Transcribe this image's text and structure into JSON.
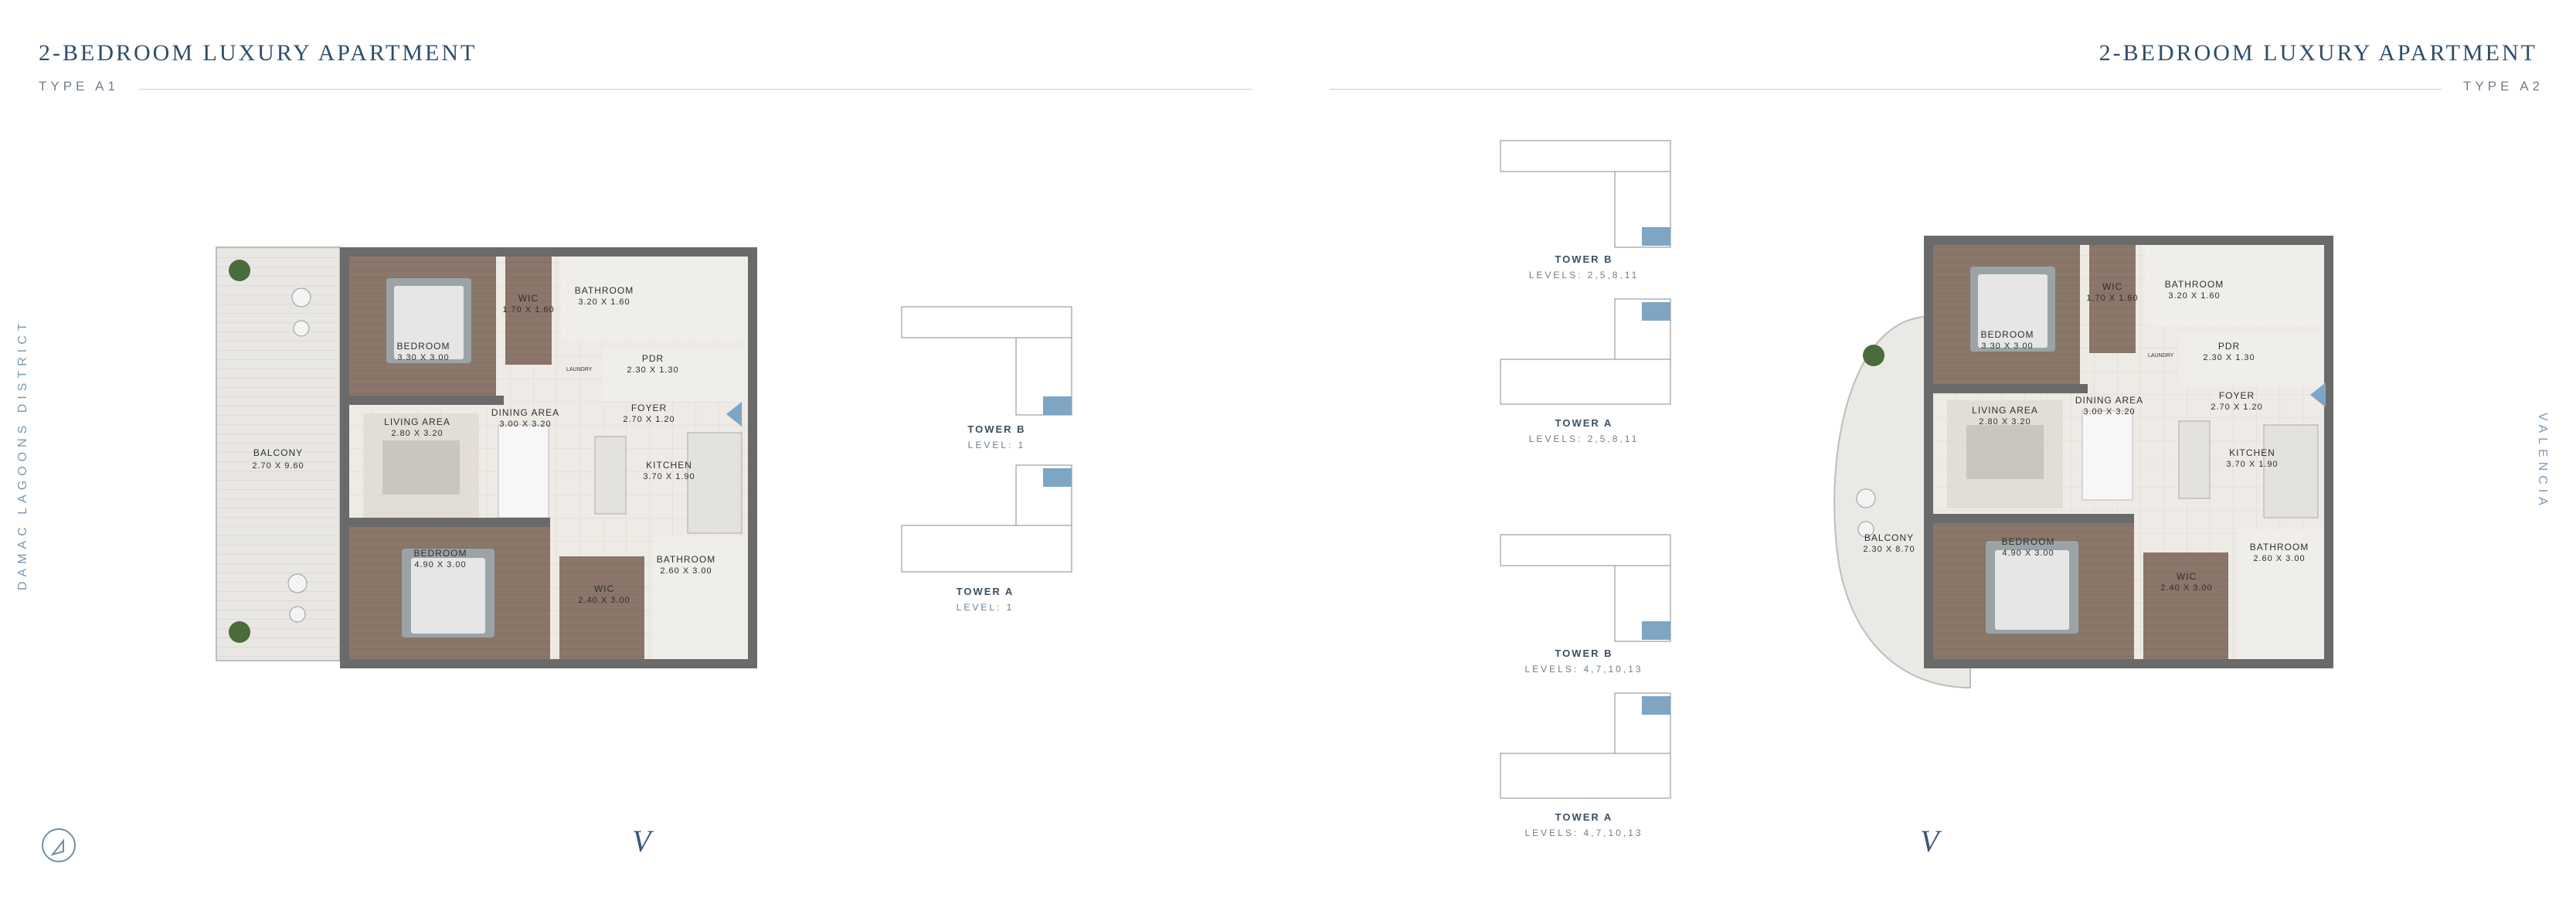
{
  "left": {
    "title": "2-BEDROOM LUXURY APARTMENT",
    "type": "TYPE A1",
    "vertical_text": "DAMAC LAGOONS DISTRICT",
    "rooms": {
      "balcony": {
        "name": "BALCONY",
        "dim": "2.70 X 9.60"
      },
      "bedroom1": {
        "name": "BEDROOM",
        "dim": "3.30 X 3.00"
      },
      "wic1": {
        "name": "WIC",
        "dim": "1.70 X 1.60"
      },
      "bathroom1": {
        "name": "BATHROOM",
        "dim": "3.20 X 1.60"
      },
      "pdr": {
        "name": "PDR",
        "dim": "2.30 X 1.30"
      },
      "laundry": {
        "name": "LAUNDRY"
      },
      "living": {
        "name": "LIVING AREA",
        "dim": "2.80 X 3.20"
      },
      "dining": {
        "name": "DINING AREA",
        "dim": "3.00 X 3.20"
      },
      "foyer": {
        "name": "FOYER",
        "dim": "2.70 X 1.20"
      },
      "kitchen": {
        "name": "KITCHEN",
        "dim": "3.70 X 1.90"
      },
      "bedroom2": {
        "name": "BEDROOM",
        "dim": "4.90 X 3.00"
      },
      "wic2": {
        "name": "WIC",
        "dim": "2.40 X 3.00"
      },
      "bathroom2": {
        "name": "BATHROOM",
        "dim": "2.60 X 3.00"
      }
    }
  },
  "right": {
    "title": "2-BEDROOM LUXURY APARTMENT",
    "type": "TYPE A2",
    "vertical_text": "VALENCIA",
    "rooms": {
      "balcony": {
        "name": "BALCONY",
        "dim": "2.30 X 8.70"
      },
      "bedroom1": {
        "name": "BEDROOM",
        "dim": "3.30 X 3.00"
      },
      "wic1": {
        "name": "WIC",
        "dim": "1.70 X 1.60"
      },
      "bathroom1": {
        "name": "BATHROOM",
        "dim": "3.20 X 1.60"
      },
      "pdr": {
        "name": "PDR",
        "dim": "2.30 X 1.30"
      },
      "laundry": {
        "name": "LAUNDRY"
      },
      "living": {
        "name": "LIVING AREA",
        "dim": "2.80 X 3.20"
      },
      "dining": {
        "name": "DINING AREA",
        "dim": "3.00 X 3.20"
      },
      "foyer": {
        "name": "FOYER",
        "dim": "2.70 X 1.20"
      },
      "kitchen": {
        "name": "KITCHEN",
        "dim": "3.70 X 1.90"
      },
      "bedroom2": {
        "name": "BEDROOM",
        "dim": "4.90 X 3.00"
      },
      "wic2": {
        "name": "WIC",
        "dim": "2.40 X 3.00"
      },
      "bathroom2": {
        "name": "BATHROOM",
        "dim": "2.60 X 3.00"
      }
    }
  },
  "keyplans": {
    "left_tower_b": {
      "title": "TOWER B",
      "level": "LEVEL: 1"
    },
    "left_tower_a": {
      "title": "TOWER A",
      "level": "LEVEL: 1"
    },
    "mid_tower_b_1": {
      "title": "TOWER B",
      "level": "LEVELS: 2,5,8,11"
    },
    "mid_tower_a_1": {
      "title": "TOWER A",
      "level": "LEVELS: 2,5,8,11"
    },
    "mid_tower_b_2": {
      "title": "TOWER B",
      "level": "LEVELS: 4,7,10,13"
    },
    "mid_tower_a_2": {
      "title": "TOWER A",
      "level": "LEVELS: 4,7,10,13"
    }
  },
  "logo": "V",
  "icons": [
    "compass-icon",
    "logo-v-icon",
    "entry-arrow-icon"
  ],
  "colors": {
    "accent": "#2f4d6b",
    "highlight_unit": "#7ea6c4",
    "wall": "#6b6b6b",
    "wood_floor": "#8a7566",
    "tile_floor": "#ece9e4"
  }
}
